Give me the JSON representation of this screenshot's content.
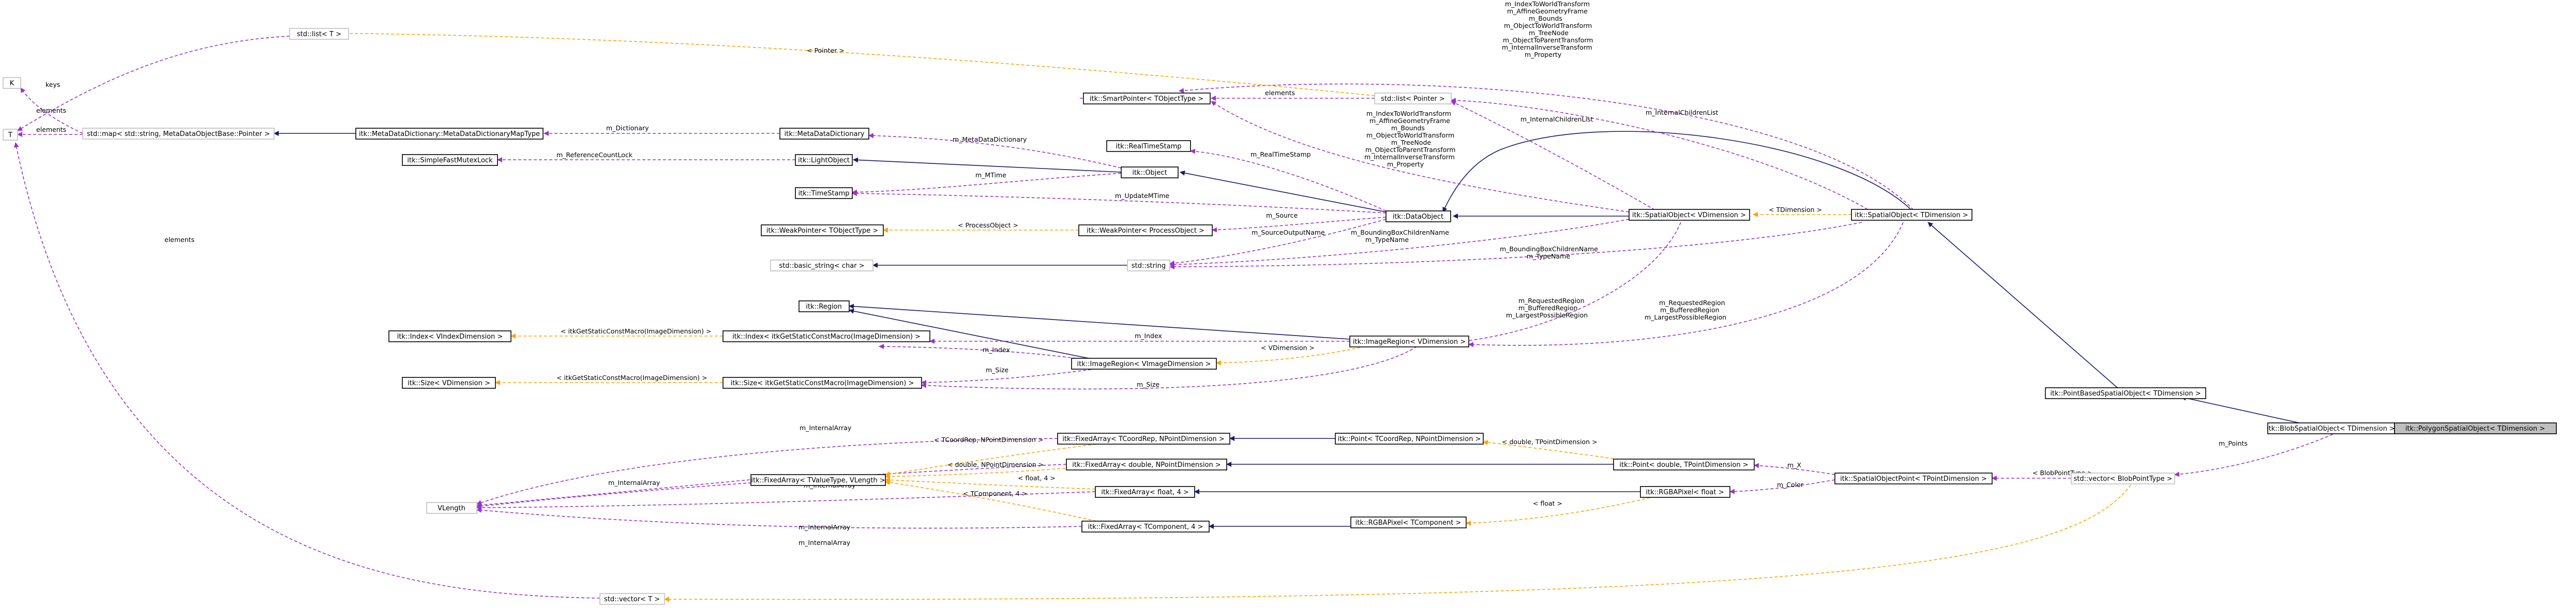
{
  "colors": {
    "inheritance": "#191970",
    "usage": "#9a32cd",
    "template": "#ffa500",
    "node_border": "#000000",
    "node_border_external": "#bfbfbf",
    "highlight_fill": "#bfbfbf"
  },
  "nodes": [
    {
      "id": "n_polygon",
      "label": "itk::PolygonSpatialObject< TDimension >",
      "highlight": true
    },
    {
      "id": "n_blob",
      "label": "itk::BlobSpatialObject< TDimension >"
    },
    {
      "id": "n_pointbased",
      "label": "itk::PointBasedSpatialObject< TDimension >"
    },
    {
      "id": "n_spatialT",
      "label": "itk::SpatialObject< TDimension >"
    },
    {
      "id": "n_spatialV",
      "label": "itk::SpatialObject< VDimension >"
    },
    {
      "id": "n_dataobject",
      "label": "itk::DataObject"
    },
    {
      "id": "n_object",
      "label": "itk::Object"
    },
    {
      "id": "n_lightobject",
      "label": "itk::LightObject"
    },
    {
      "id": "n_mdd",
      "label": "itk::MetaDataDictionary"
    },
    {
      "id": "n_mddmap",
      "label": "itk::MetaDataDictionary::MetaDataDictionaryMapType"
    },
    {
      "id": "n_stdmap",
      "label": "std::map< std::string, MetaDataObjectBase::Pointer >",
      "external": true
    },
    {
      "id": "n_K",
      "label": "K",
      "external": true
    },
    {
      "id": "n_T",
      "label": "T",
      "external": true
    },
    {
      "id": "n_stdlist",
      "label": "std::list< T >",
      "external": true
    },
    {
      "id": "n_stdlistptr",
      "label": "std::list< Pointer >",
      "external": true
    },
    {
      "id": "n_smartptr",
      "label": "itk::SmartPointer< TObjectType >"
    },
    {
      "id": "n_realtimestamp",
      "label": "itk::RealTimeStamp"
    },
    {
      "id": "n_mutexlock",
      "label": "itk::SimpleFastMutexLock"
    },
    {
      "id": "n_timestamp",
      "label": "itk::TimeStamp"
    },
    {
      "id": "n_weakptrT",
      "label": "itk::WeakPointer< TObjectType >"
    },
    {
      "id": "n_weakptrP",
      "label": "itk::WeakPointer< ProcessObject >"
    },
    {
      "id": "n_string",
      "label": "std::string",
      "external": true
    },
    {
      "id": "n_basicstring",
      "label": "std::basic_string< char >",
      "external": true
    },
    {
      "id": "n_region",
      "label": "itk::Region"
    },
    {
      "id": "n_imageregionV",
      "label": "itk::ImageRegion< VDimension >"
    },
    {
      "id": "n_imageregionVI",
      "label": "itk::ImageRegion< VImageDimension >"
    },
    {
      "id": "n_indexV",
      "label": "itk::Index< VIndexDimension >"
    },
    {
      "id": "n_indexMacro",
      "label": "itk::Index< itkGetStaticConstMacro(ImageDimension) >"
    },
    {
      "id": "n_sizeV",
      "label": "itk::Size< VDimension >"
    },
    {
      "id": "n_sizeMacro",
      "label": "itk::Size< itkGetStaticConstMacro(ImageDimension) >"
    },
    {
      "id": "n_fixedCoord",
      "label": "itk::FixedArray< TCoordRep, NPointDimension >"
    },
    {
      "id": "n_pointCoord",
      "label": "itk::Point< TCoordRep, NPointDimension >"
    },
    {
      "id": "n_fixedTValue",
      "label": "itk::FixedArray< TValueType, VLength >"
    },
    {
      "id": "n_fixedDouble",
      "label": "itk::FixedArray< double, NPointDimension >"
    },
    {
      "id": "n_pointDouble",
      "label": "itk::Point< double, TPointDimension >"
    },
    {
      "id": "n_fixedFloat4",
      "label": "itk::FixedArray< float, 4 >"
    },
    {
      "id": "n_rgbaFloat",
      "label": "itk::RGBAPixel< float >"
    },
    {
      "id": "n_spatialPoint",
      "label": "itk::SpatialObjectPoint< TPointDimension >"
    },
    {
      "id": "n_fixedTComp",
      "label": "itk::FixedArray< TComponent, 4 >"
    },
    {
      "id": "n_rgbaTComp",
      "label": "itk::RGBAPixel< TComponent >"
    },
    {
      "id": "n_vlength",
      "label": "VLength",
      "external": true
    },
    {
      "id": "n_vectorBlob",
      "label": "std::vector< BlobPointType >",
      "external": true
    },
    {
      "id": "n_vectorT",
      "label": "std::vector< T >",
      "external": true
    }
  ],
  "edge_labels": [
    {
      "id": "l_keys",
      "text": "keys"
    },
    {
      "id": "l_elements_map",
      "text": "elements"
    },
    {
      "id": "l_elements_list",
      "text": "elements"
    },
    {
      "id": "l_elements_vector",
      "text": "elements"
    },
    {
      "id": "l_elements_smart",
      "text": "elements"
    },
    {
      "id": "l_pointer",
      "text": "< Pointer >"
    },
    {
      "id": "l_dictionary",
      "text": "m_Dictionary"
    },
    {
      "id": "l_metadatadictionary",
      "text": "m_MetaDataDictionary"
    },
    {
      "id": "l_refcountlock",
      "text": "m_ReferenceCountLock"
    },
    {
      "id": "l_mtime",
      "text": "m_MTime"
    },
    {
      "id": "l_realtimestamp",
      "text": "m_RealTimeStamp"
    },
    {
      "id": "l_updatemtime",
      "text": "m_UpdateMTime"
    },
    {
      "id": "l_source",
      "text": "m_Source"
    },
    {
      "id": "l_processobject",
      "text": "< ProcessObject >"
    },
    {
      "id": "l_sourceoutputname",
      "text": "m_SourceOutputName"
    },
    {
      "id": "l_bbox_v",
      "lines": [
        "m_BoundingBoxChildrenName",
        "m_TypeName"
      ]
    },
    {
      "id": "l_bbox_t",
      "lines": [
        "m_BoundingBoxChildrenName",
        "m_TypeName"
      ]
    },
    {
      "id": "l_transforms_v",
      "lines": [
        "m_IndexToWorldTransform",
        "m_AffineGeometryFrame",
        "m_Bounds",
        "m_ObjectToWorldTransform",
        "m_TreeNode",
        "m_ObjectToParentTransform",
        "m_InternalInverseTransform",
        "m_Property"
      ]
    },
    {
      "id": "l_transforms_t",
      "lines": [
        "m_IndexToWorldTransform",
        "m_AffineGeometryFrame",
        "m_Bounds",
        "m_ObjectToWorldTransform",
        "m_TreeNode",
        "m_ObjectToParentTransform",
        "m_InternalInverseTransform",
        "m_Property"
      ]
    },
    {
      "id": "l_childrenlist_v",
      "text": "m_InternalChildrenList"
    },
    {
      "id": "l_childrenlist_t",
      "text": "m_InternalChildrenList"
    },
    {
      "id": "l_tdimension",
      "text": "< TDimension >"
    },
    {
      "id": "l_regions_v",
      "lines": [
        "m_RequestedRegion",
        "m_BufferedRegion",
        "m_LargestPossibleRegion"
      ]
    },
    {
      "id": "l_regions_t",
      "lines": [
        "m_RequestedRegion",
        "m_BufferedRegion",
        "m_LargestPossibleRegion"
      ]
    },
    {
      "id": "l_index_macro",
      "text": "< itkGetStaticConstMacro(ImageDimension) >"
    },
    {
      "id": "l_size_macro",
      "text": "< itkGetStaticConstMacro(ImageDimension) >"
    },
    {
      "id": "l_index1",
      "text": "m_Index"
    },
    {
      "id": "l_index2",
      "text": "m_Index"
    },
    {
      "id": "l_size1",
      "text": "m_Size"
    },
    {
      "id": "l_size2",
      "text": "m_Size"
    },
    {
      "id": "l_vdimension",
      "text": "< VDimension >"
    },
    {
      "id": "l_internalarray1",
      "text": "m_InternalArray"
    },
    {
      "id": "l_internalarray2",
      "text": "m_InternalArray"
    },
    {
      "id": "l_internalarray3",
      "text": "m_InternalArray"
    },
    {
      "id": "l_internalarray4",
      "text": "m_InternalArray"
    },
    {
      "id": "l_internalarray5",
      "text": "m_InternalArray"
    },
    {
      "id": "l_tcoordrep",
      "text": "< TCoordRep, NPointDimension >"
    },
    {
      "id": "l_double_npoint",
      "text": "< double, NPointDimension >"
    },
    {
      "id": "l_float4",
      "text": "< float, 4 >"
    },
    {
      "id": "l_tcomponent4",
      "text": "< TComponent, 4 >"
    },
    {
      "id": "l_double_tpoint",
      "text": "< double, TPointDimension >"
    },
    {
      "id": "l_x",
      "text": "m_X"
    },
    {
      "id": "l_color",
      "text": "m_Color"
    },
    {
      "id": "l_float",
      "text": "< float >"
    },
    {
      "id": "l_points",
      "text": "m_Points"
    },
    {
      "id": "l_blobpointtype",
      "text": "< BlobPointType >"
    }
  ]
}
